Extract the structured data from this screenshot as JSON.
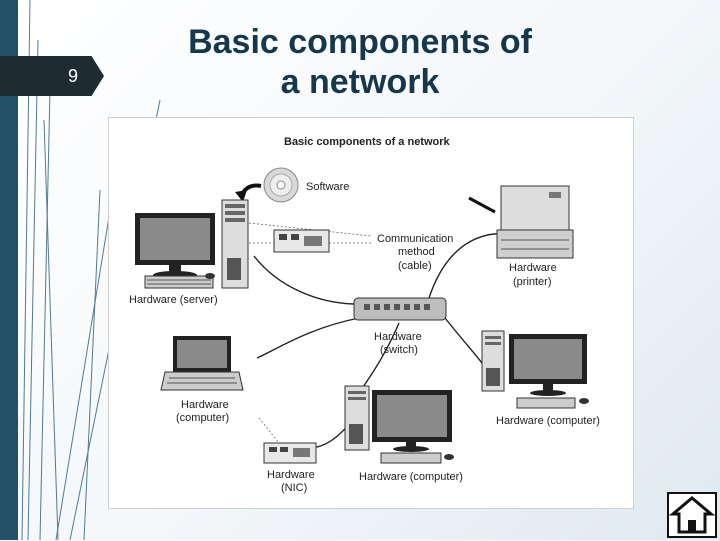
{
  "slide": {
    "number": "9",
    "title_line1": "Basic components of",
    "title_line2": "a network"
  },
  "diagram": {
    "heading": "Basic components of a network",
    "labels": {
      "software": "Software",
      "comm_line1": "Communication",
      "comm_line2": "method",
      "comm_line3": "(cable)",
      "printer_line1": "Hardware",
      "printer_line2": "(printer)",
      "server": "Hardware (server)",
      "switch_line1": "Hardware",
      "switch_line2": "(switch)",
      "laptop_line1": "Hardware",
      "laptop_line2": "(computer)",
      "right_computer": "Hardware (computer)",
      "bottom_computer": "Hardware (computer)",
      "nic_line1": "Hardware",
      "nic_line2": "(NIC)"
    }
  },
  "home_icon": "home-icon"
}
